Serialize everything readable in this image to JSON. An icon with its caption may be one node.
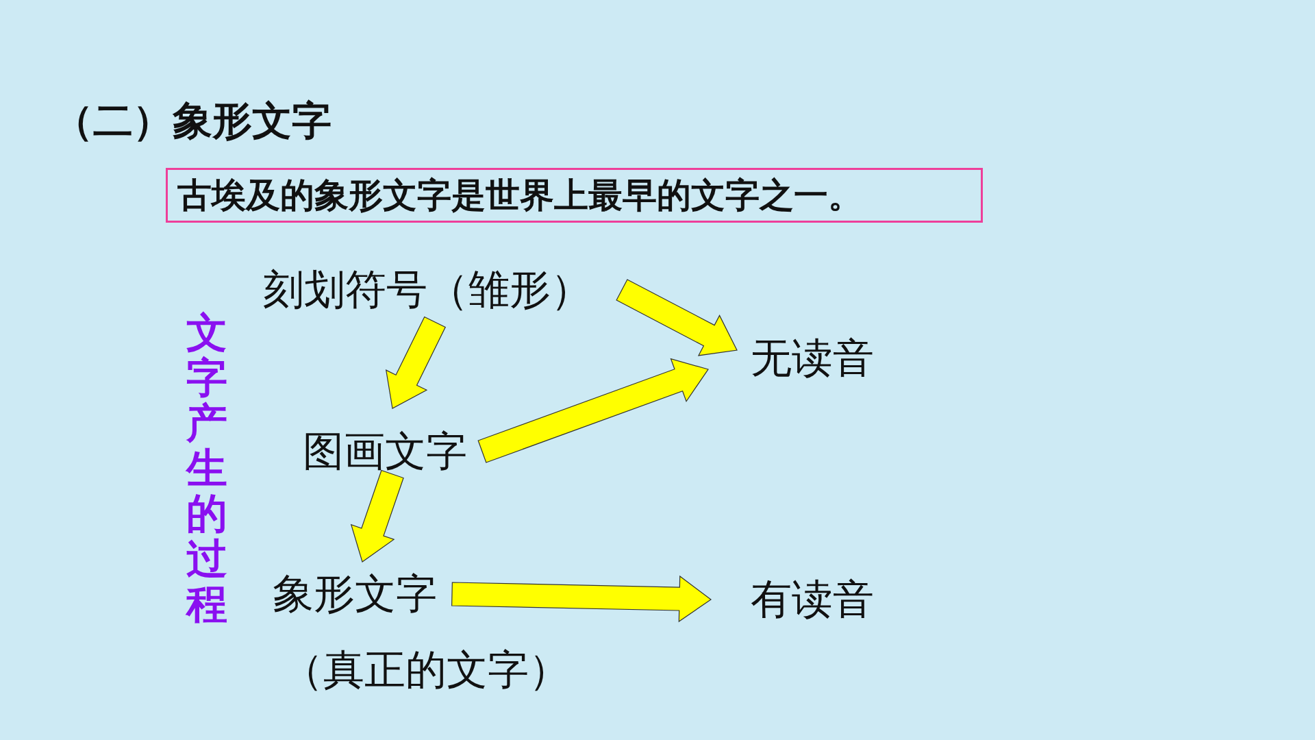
{
  "diagram": {
    "title": "（二）象形文字",
    "nodes": [
      {
        "text": [
          "古埃及的象形文字是世界上最早的文字之一。"
        ]
      },
      {
        "text": [
          "刻划符号（雏形）"
        ]
      },
      {
        "text": [
          "图画文字"
        ]
      },
      {
        "text": [
          "象形文字"
        ],
        "beside": [
          "（真正的文字）"
        ]
      },
      {
        "text": [
          "无读音"
        ]
      },
      {
        "text": [
          "有读音"
        ]
      }
    ],
    "edges": [
      {
        "from": 1,
        "to": 2,
        "arrow": "to"
      },
      {
        "from": 2,
        "to": 3,
        "arrow": "to"
      },
      {
        "from": 1,
        "to": 4,
        "arrow": "to"
      },
      {
        "from": 2,
        "to": 4,
        "arrow": "to"
      },
      {
        "from": 3,
        "to": 5,
        "arrow": "to"
      }
    ],
    "labels": [
      "文字产生的过程"
    ]
  }
}
